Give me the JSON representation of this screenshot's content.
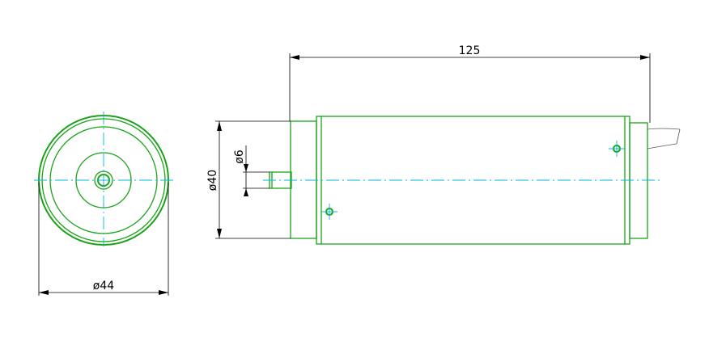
{
  "dimensions": {
    "overall_length": "125",
    "body_diameter": "ø40",
    "shaft_diameter": "ø6",
    "outer_diameter": "ø44"
  },
  "colors": {
    "outline": "#1aa31a",
    "centerline": "#00b7d8",
    "dimension": "#000000"
  }
}
